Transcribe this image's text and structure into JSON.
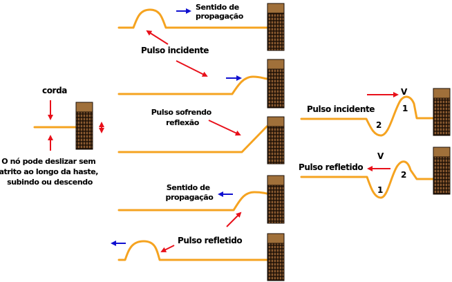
{
  "title": "Reflexão de pulso em extremidade livre",
  "colors": {
    "rope": "#f5a320",
    "post_cap": "#a0703a",
    "post_brick": "#8a5a30",
    "post_mortar": "#1a0e05",
    "red_arrow": "#e8101a",
    "blue_arrow": "#1010d0"
  },
  "left_panel": {
    "rope_label": "corda",
    "note_lines": [
      "O nó pode deslizar sem",
      "atrito ao longo da haste,",
      "subindo ou descendo"
    ]
  },
  "center_panel": {
    "propagation_label_top": [
      "Sentido de",
      "propagação"
    ],
    "incident_label": "Pulso incidente",
    "reflecting_label": [
      "Pulso sofrendo",
      "reflexão"
    ],
    "propagation_label_bottom": [
      "Sentido de",
      "propagação"
    ],
    "reflected_label": "Pulso refletido"
  },
  "right_panel": {
    "incident": {
      "label": "Pulso incidente",
      "velocity": "V",
      "crest": "1",
      "trough": "2"
    },
    "reflected": {
      "label": "Pulso refletido",
      "velocity": "V",
      "crest": "2",
      "trough": "1"
    }
  },
  "icons": [
    "red-arrow",
    "blue-arrow",
    "double-headed-arrow",
    "brick-post"
  ]
}
